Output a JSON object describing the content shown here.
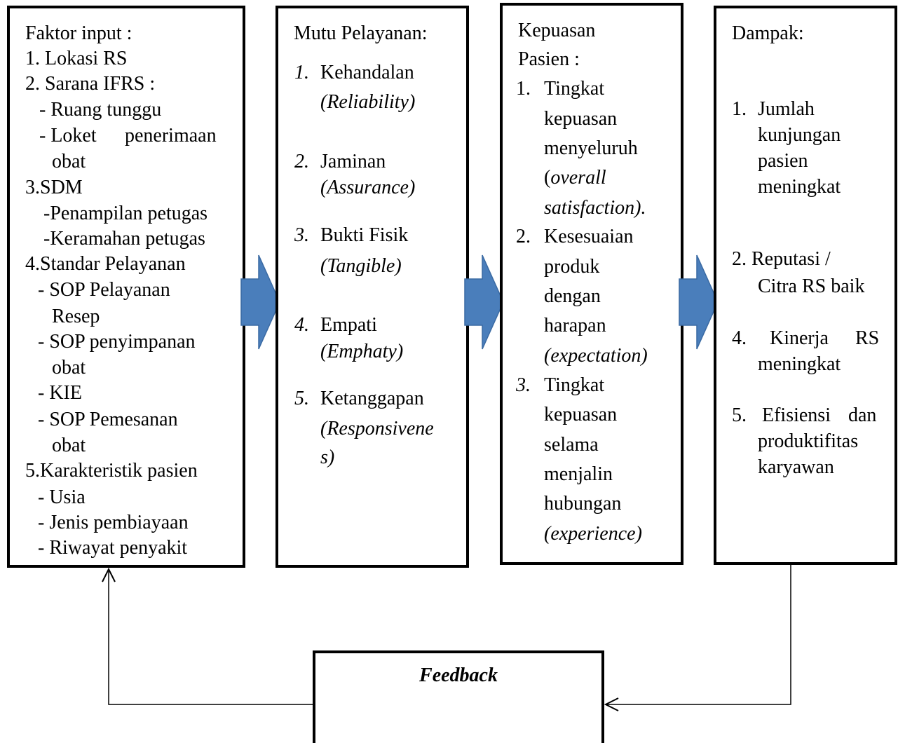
{
  "input": {
    "title": "Faktor input :",
    "lines": [
      "1. Lokasi RS",
      "2.  Sarana IFRS :",
      "- Ruang tunggu",
      "- Loket",
      "penerimaan",
      "obat",
      "3.SDM",
      "-Penampilan petugas",
      "-Keramahan petugas",
      "4.Standar Pelayanan",
      "- SOP Pelayanan",
      "Resep",
      "- SOP penyimpanan",
      "obat",
      "- KIE",
      "- SOP Pemesanan",
      "obat",
      "5.Karakteristik pasien",
      "- Usia",
      "- Jenis pembiayaan",
      "- Riwayat penyakit"
    ]
  },
  "mutu": {
    "title": "Mutu Pelayanan:",
    "items": [
      {
        "num": "1.",
        "label": "Kehandalan",
        "eng": "(Reliability)"
      },
      {
        "num": "2.",
        "label": "Jaminan",
        "eng": "(Assurance)"
      },
      {
        "num": "3.",
        "label": "Bukti Fisik",
        "eng": "(Tangible)"
      },
      {
        "num": "4.",
        "label": "Empati",
        "eng": "(Emphaty)"
      },
      {
        "num": "5.",
        "label": "Ketanggapan",
        "eng": "(Responsivene",
        "eng2": "s)"
      }
    ]
  },
  "kepuasan": {
    "title1": "Kepuasan",
    "title2": "Pasien :",
    "item1": {
      "num": "1.",
      "lines": [
        "Tingkat",
        "kepuasan",
        "menyeluruh"
      ],
      "eng_open": "(",
      "eng_a": "overall",
      "eng_b": "satisfaction)."
    },
    "item2": {
      "num": "2.",
      "lines": [
        "Kesesuaian",
        "produk",
        "dengan",
        "harapan"
      ],
      "eng": "(expectation)"
    },
    "item3": {
      "num": "3.",
      "lines": [
        "Tingkat",
        "kepuasan",
        "selama",
        "menjalin",
        "hubungan"
      ],
      "eng": "(experience)"
    }
  },
  "dampak": {
    "title": "Dampak:",
    "item1": {
      "num": "1.",
      "lines": [
        "Jumlah",
        "kunjungan",
        "pasien",
        "meningkat"
      ]
    },
    "item2": {
      "line1": "2. Reputasi /",
      "line2": "Citra RS baik"
    },
    "item3": {
      "a": "4.",
      "b": "Kinerja",
      "c": "RS",
      "line2": "meningkat"
    },
    "item4": {
      "a": "5.",
      "b": "Efisiensi",
      "c": "dan",
      "line2": "produktifitas",
      "line3": "karyawan"
    }
  },
  "feedback": {
    "label": "Feedback"
  },
  "colors": {
    "arrow_fill": "#4a7ebb",
    "arrow_stroke": "#3a6aa3",
    "border": "#000000"
  }
}
